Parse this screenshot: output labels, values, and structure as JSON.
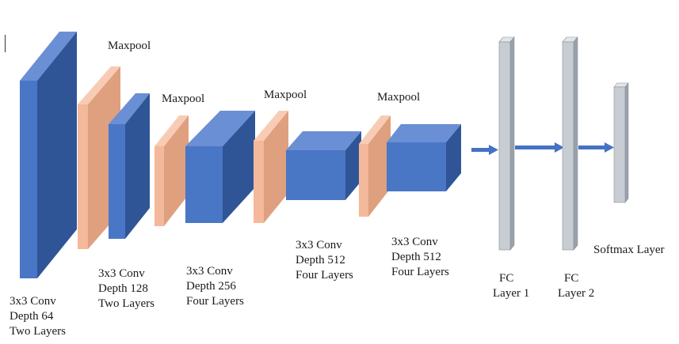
{
  "colors": {
    "conv_front": "#4a76c6",
    "conv_side": "#2f5597",
    "conv_top": "#6a8fd4",
    "pool_front": "#f4b99a",
    "pool_side": "#dea07e",
    "pool_top": "#f8ccb4",
    "fc_front": "#c8cdd4",
    "fc_side": "#9aa1ab",
    "fc_top": "#e2e5ea",
    "arrow": "#4472c4",
    "text": "#1a1a1a"
  },
  "labels": {
    "maxpool_1": "Maxpool",
    "maxpool_2": "Maxpool",
    "maxpool_3": "Maxpool",
    "maxpool_4": "Maxpool",
    "conv1": [
      "3x3 Conv",
      "Depth 64",
      "Two Layers"
    ],
    "conv2": [
      "3x3 Conv",
      "Depth 128",
      "Two Layers"
    ],
    "conv3": [
      "3x3 Conv",
      "Depth 256",
      "Four Layers"
    ],
    "conv4": [
      "3x3 Conv",
      "Depth 512",
      "Four Layers"
    ],
    "conv5": [
      "3x3 Conv",
      "Depth 512",
      "Four Layers"
    ],
    "fc1": [
      "FC",
      "Layer 1"
    ],
    "fc2": [
      "FC",
      "Layer 2"
    ],
    "softmax": "Softmax Layer"
  }
}
